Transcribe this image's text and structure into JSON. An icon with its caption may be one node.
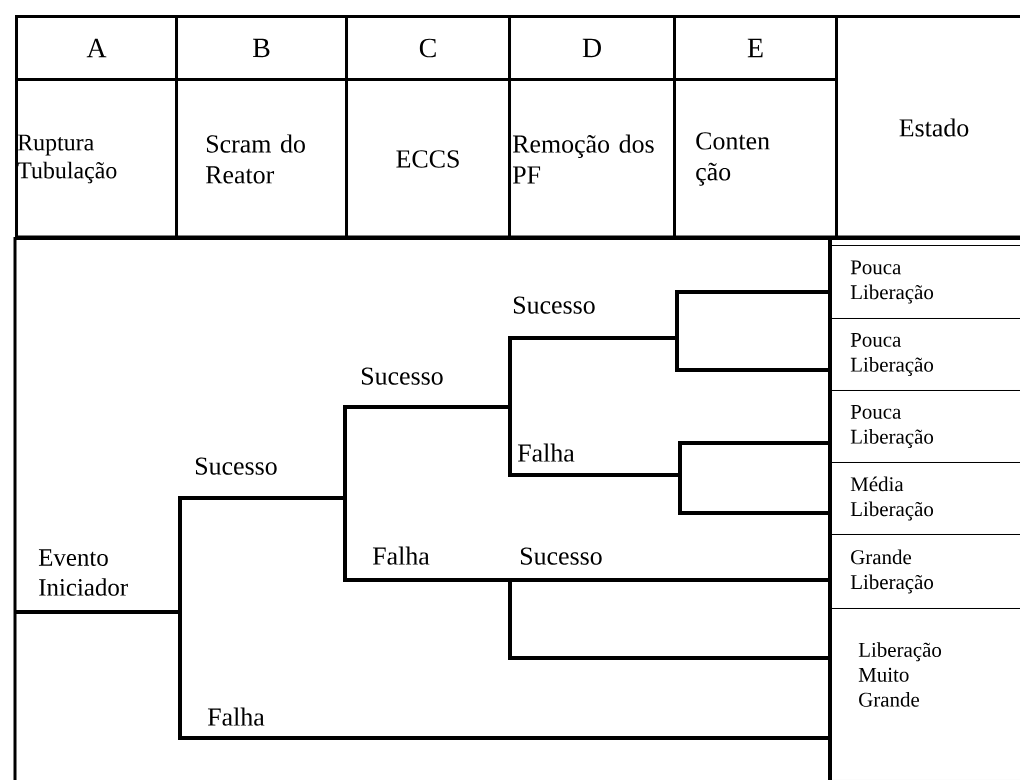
{
  "diagram": {
    "nodes": [
      {
        "text": [
          "A"
        ]
      },
      {
        "text": [
          "B"
        ]
      },
      {
        "text": [
          "C"
        ]
      },
      {
        "text": [
          "D"
        ]
      },
      {
        "text": [
          "E"
        ]
      },
      {
        "text": [
          "Ruptura Tubulação"
        ]
      },
      {
        "text": [
          "Scram do Reator"
        ]
      },
      {
        "text": [
          "ECCS"
        ]
      },
      {
        "text": [
          "Remoção dos PF"
        ]
      },
      {
        "text": [
          "Conten ção"
        ]
      },
      {
        "text": [
          "Estado"
        ]
      },
      {
        "text": [
          "Evento Iniciador"
        ]
      },
      {
        "text": [
          "Pouca Liberação"
        ]
      },
      {
        "text": [
          "Pouca Liberação"
        ]
      },
      {
        "text": [
          "Pouca Liberação"
        ]
      },
      {
        "text": [
          "Média Liberação"
        ]
      },
      {
        "text": [
          "Grande Liberação"
        ]
      },
      {
        "text": [
          "Liberação Muito Grande"
        ]
      }
    ],
    "edges": [
      {
        "from": 11,
        "to": 12,
        "arrow": "none"
      },
      {
        "from": 11,
        "to": 13,
        "arrow": "none"
      },
      {
        "from": 11,
        "to": 14,
        "arrow": "none"
      },
      {
        "from": 11,
        "to": 15,
        "arrow": "none"
      },
      {
        "from": 11,
        "to": 16,
        "arrow": "none"
      },
      {
        "from": 11,
        "to": 17,
        "arrow": "none"
      },
      {
        "from": 11,
        "to": 17,
        "arrow": "none"
      }
    ],
    "labels": [
      "Sucesso",
      "Sucesso",
      "Falha",
      "Sucesso",
      "Falha",
      "Sucesso",
      "Falha"
    ]
  }
}
